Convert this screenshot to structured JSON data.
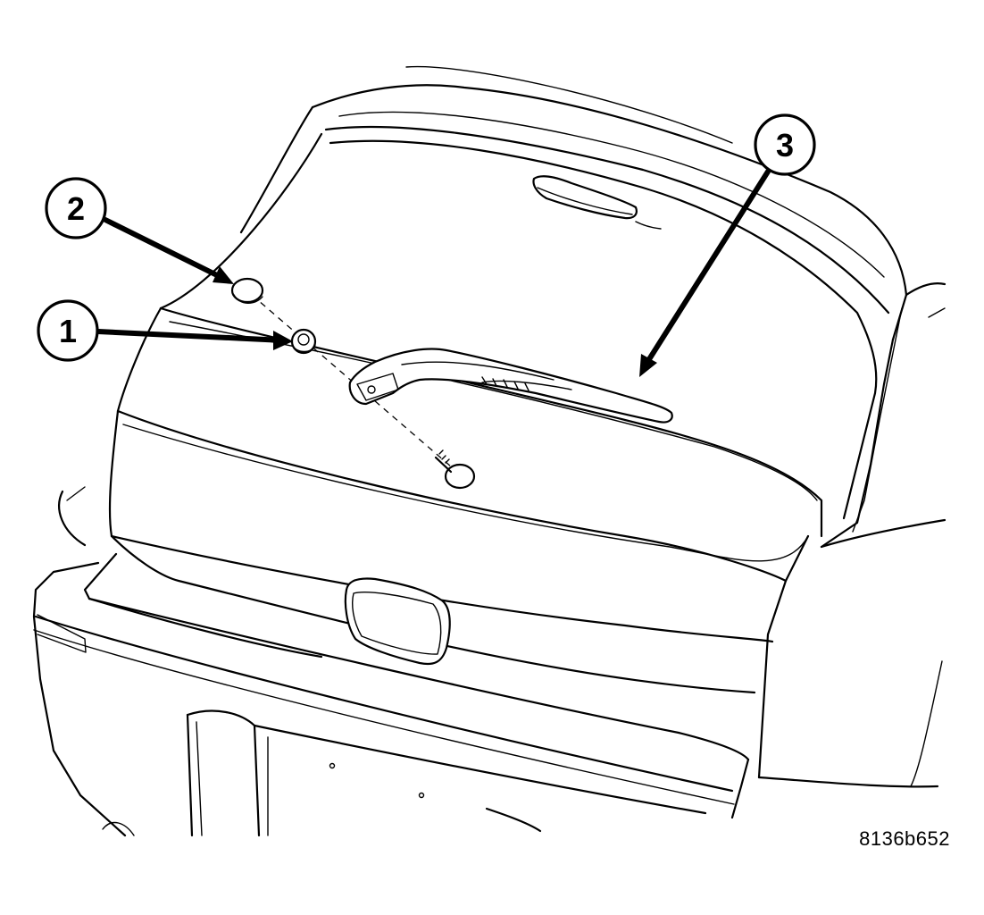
{
  "diagram": {
    "figure_id": "8136b652",
    "callouts": [
      {
        "number": "1"
      },
      {
        "number": "2"
      },
      {
        "number": "3"
      }
    ],
    "colors": {
      "line": "#000000",
      "background": "#ffffff"
    }
  }
}
